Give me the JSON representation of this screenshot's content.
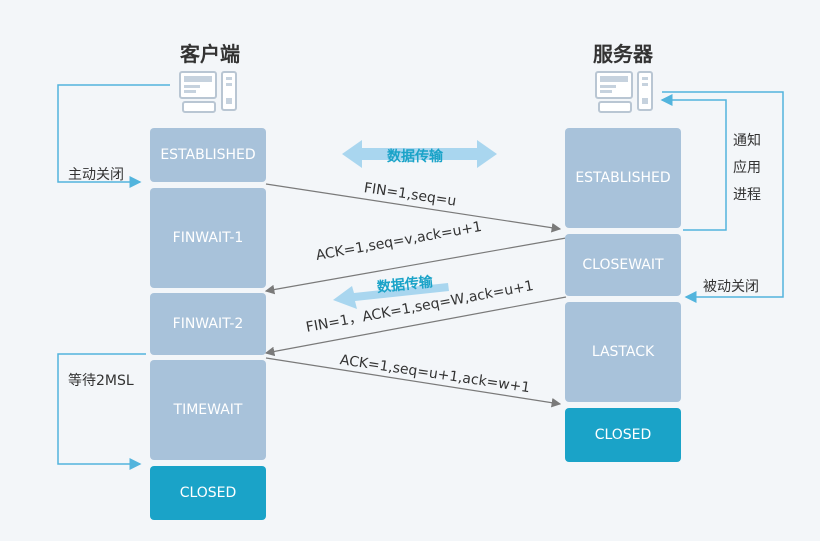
{
  "client": {
    "title": "客户端"
  },
  "server": {
    "title": "服务器"
  },
  "client_states": [
    "ESTABLISHED",
    "FINWAIT-1",
    "FINWAIT-2",
    "TIMEWAIT",
    "CLOSED"
  ],
  "server_states": [
    "ESTABLISHED",
    "CLOSEWAIT",
    "LASTACK",
    "CLOSED"
  ],
  "messages": [
    "FIN=1,seq=u",
    "ACK=1,seq=v,ack=u+1",
    "FIN=1，ACK=1,seq=W,ack=u+1",
    "ACK=1,seq=u+1,ack=w+1"
  ],
  "data_transfer": [
    "数据传输",
    "数据传输"
  ],
  "notes": {
    "active_close": "主动关闭",
    "wait_2msl": "等待2MSL",
    "notify_app": "通知应用进程",
    "notify_app_lines": [
      "通知",
      "应用",
      "进程"
    ],
    "passive_close": "被动关闭"
  },
  "colors": {
    "state_box": "#a8c2da",
    "closed_box": "#1aa3c8",
    "accent_arrow": "#1aa3c8",
    "message_line": "#7a7a7a",
    "bracket_line": "#52b4dd"
  },
  "icons": [
    "computer-icon",
    "server-computer-icon"
  ]
}
